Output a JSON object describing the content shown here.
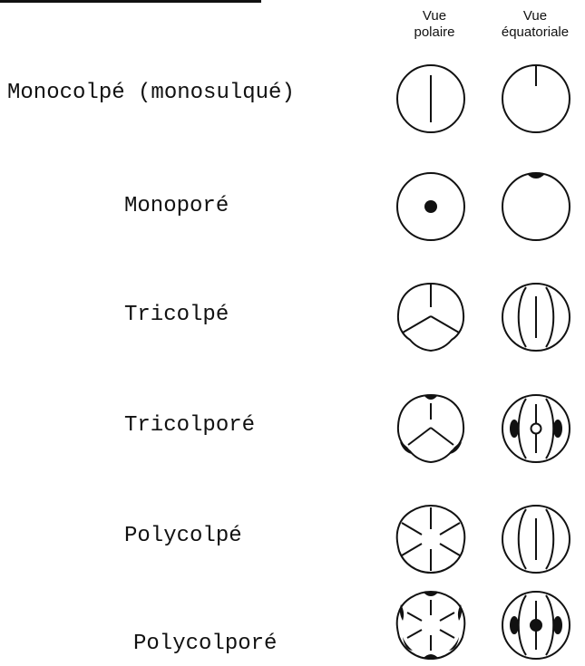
{
  "headers": {
    "polar": [
      "Vue",
      "polaire"
    ],
    "equatorial": [
      "Vue",
      "équatoriale"
    ]
  },
  "rows": [
    {
      "label": "Monocolpé (monosulqué)",
      "type": "monocolpe"
    },
    {
      "label": "Monoporé",
      "type": "monopore"
    },
    {
      "label": "Tricolpé",
      "type": "tricolpe"
    },
    {
      "label": "Tricolporé",
      "type": "tricolpore"
    },
    {
      "label": "Polycolpé",
      "type": "polycolpe"
    },
    {
      "label": "Polycolporé",
      "type": "polycolpore"
    }
  ]
}
